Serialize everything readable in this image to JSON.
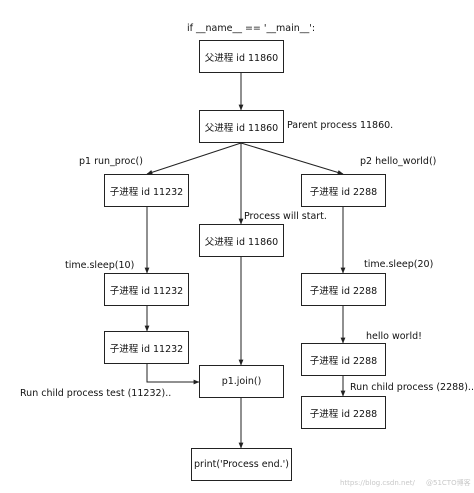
{
  "nodes": {
    "parent_start": "父进程 id 11860",
    "parent_main": "父进程 id 11860",
    "p1_child_1": "子进程 id 11232",
    "parent_mid": "父进程 id 11860",
    "p2_child_1": "子进程 id 2288",
    "p1_child_2": "子进程 id 11232",
    "p2_child_2": "子进程 id 2288",
    "p1_child_3": "子进程 id 11232",
    "p2_child_3": "子进程 id 2288",
    "p1_join": "p1.join()",
    "p2_child_4": "子进程 id 2288",
    "process_end": "print('Process end.')"
  },
  "labels": {
    "main_check": "if __name__ == '__main__':",
    "parent_process": "Parent process 11860.",
    "p1_run_proc": "p1 run_proc()",
    "p2_hello_world": "p2 hello_world()",
    "process_will_start": "Process will start.",
    "p1_sleep": "time.sleep(10)",
    "p2_sleep": "time.sleep(20)",
    "hello_world": "hello world!",
    "run_child_p1": "Run child process test (11232)..",
    "run_child_p2": "Run child process (2288).."
  },
  "watermark": {
    "left": "https://blog.csdn.net/",
    "right": "@51CTO博客"
  }
}
